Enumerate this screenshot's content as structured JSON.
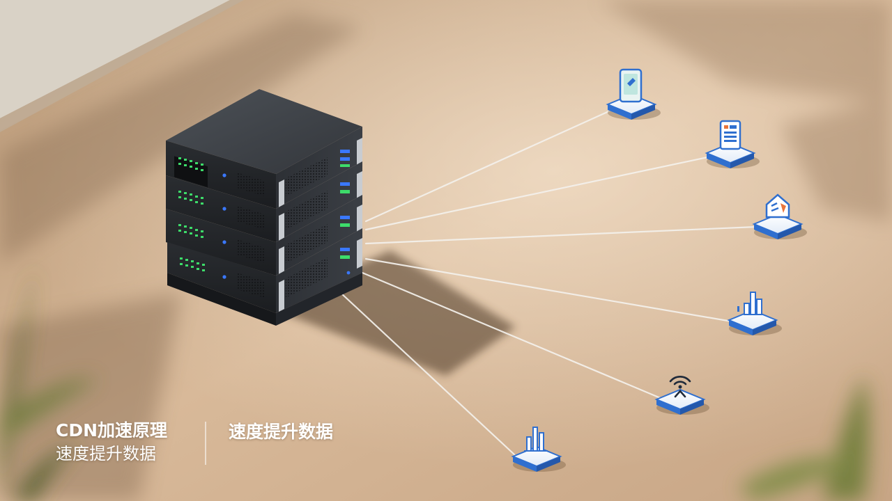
{
  "caption": {
    "title": "CDN加速原理",
    "subtitle": "速度提升数据",
    "secondary": "速度提升数据"
  },
  "icons": {
    "endpoint_1": "phone-icon",
    "endpoint_2": "document-list-icon",
    "endpoint_3": "chart-report-icon",
    "endpoint_4": "bar-chart-icon",
    "endpoint_5": "wireless-signal-icon",
    "endpoint_6": "bar-chart-icon"
  },
  "colors": {
    "floor": "#c9ab8c",
    "server": "#2c2f33",
    "led_green": "#3ddc6a",
    "led_blue": "#3a78ff",
    "tile_blue": "#2f6fcf",
    "link_line": "#f4f1ec"
  }
}
